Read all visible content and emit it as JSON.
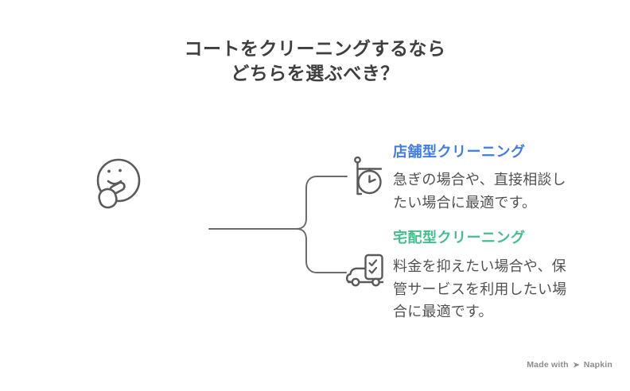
{
  "title": {
    "lines": [
      "コートをクリーニングするなら",
      "どちらを選ぶべき？"
    ],
    "color": "#3f3f3f"
  },
  "decision": {
    "icon": "thinking-face-icon"
  },
  "options": [
    {
      "heading": "店舗型クリーニング",
      "heading_color": "#3f7ce8",
      "body_lines": [
        "急ぎの場合や、直接相談し",
        "たい場合に最適です。"
      ],
      "icon": "storefront-clock-icon"
    },
    {
      "heading": "宅配型クリーニング",
      "heading_color": "#45be8b",
      "body_lines": [
        "料金を抑えたい場合や、保",
        "管サービスを利用したい場",
        "合に最適です。"
      ],
      "icon": "delivery-truck-checklist-icon"
    }
  ],
  "footer": {
    "made_with": "Made with",
    "brand": "Napkin",
    "logo": "napkin-logo-icon",
    "color": "#8c8c8c"
  },
  "colors": {
    "background": "#ffffff",
    "line_gray": "#6b6b6b",
    "icon_gray": "#5a5a5a",
    "body_text": "#515151",
    "title_text": "#3f3f3f"
  }
}
